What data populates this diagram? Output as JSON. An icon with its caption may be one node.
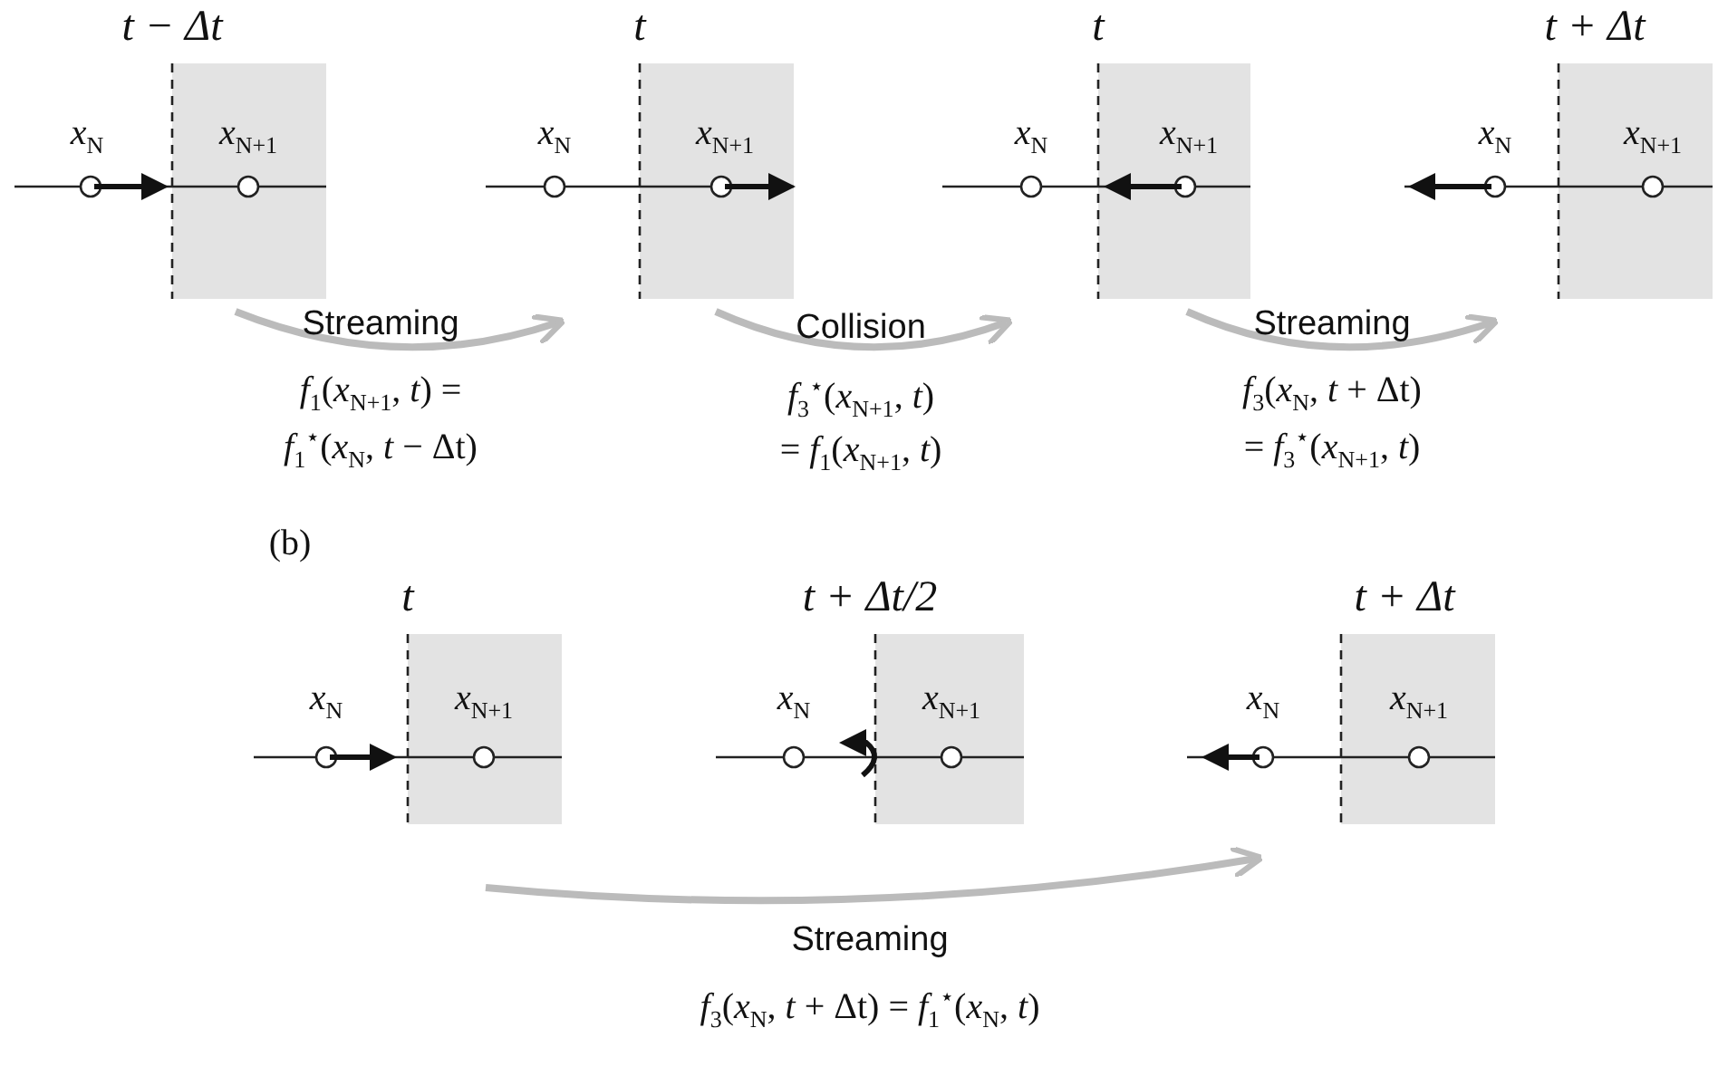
{
  "diagram": {
    "labels": [
      "t − Δt",
      "t",
      "t",
      "t + Δt",
      "*x*$_{N}$",
      "*x*$_{N+1}$",
      "*x*$_{N}$",
      "*x*$_{N+1}$",
      "*x*$_{N}$",
      "*x*$_{N+1}$",
      "*x*$_{N}$",
      "*x*$_{N+1}$",
      "Streaming",
      "Collision",
      "Streaming",
      "*f*$_{1}$(*x*$_{N+1}$, *t*) =",
      "*f*$_{3}$$^{⋆}$(*x*$_{N+1}$, *t*)",
      "*f*$_{3}$(*x*$_{N}$, *t* + Δt)",
      "*f*$_{1}$$^{⋆}$(*x*$_{N}$, *t* − Δt)",
      "= *f*$_{1}$(*x*$_{N+1}$, *t*)",
      "= *f*$_{3}$$^{⋆}$(*x*$_{N+1}$, *t*)",
      "(b)",
      "t",
      "t + Δt/2",
      "t + Δt",
      "*x*$_{N}$",
      "*x*$_{N+1}$",
      "*x*$_{N}$",
      "*x*$_{N+1}$",
      "*x*$_{N}$",
      "*x*$_{N+1}$",
      "Streaming",
      "*f*$_{3}$(*x*$_{N}$, *t* + Δt) = *f*$_{1}$$^{⋆}$(*x*$_{N}$, *t*)"
    ]
  }
}
